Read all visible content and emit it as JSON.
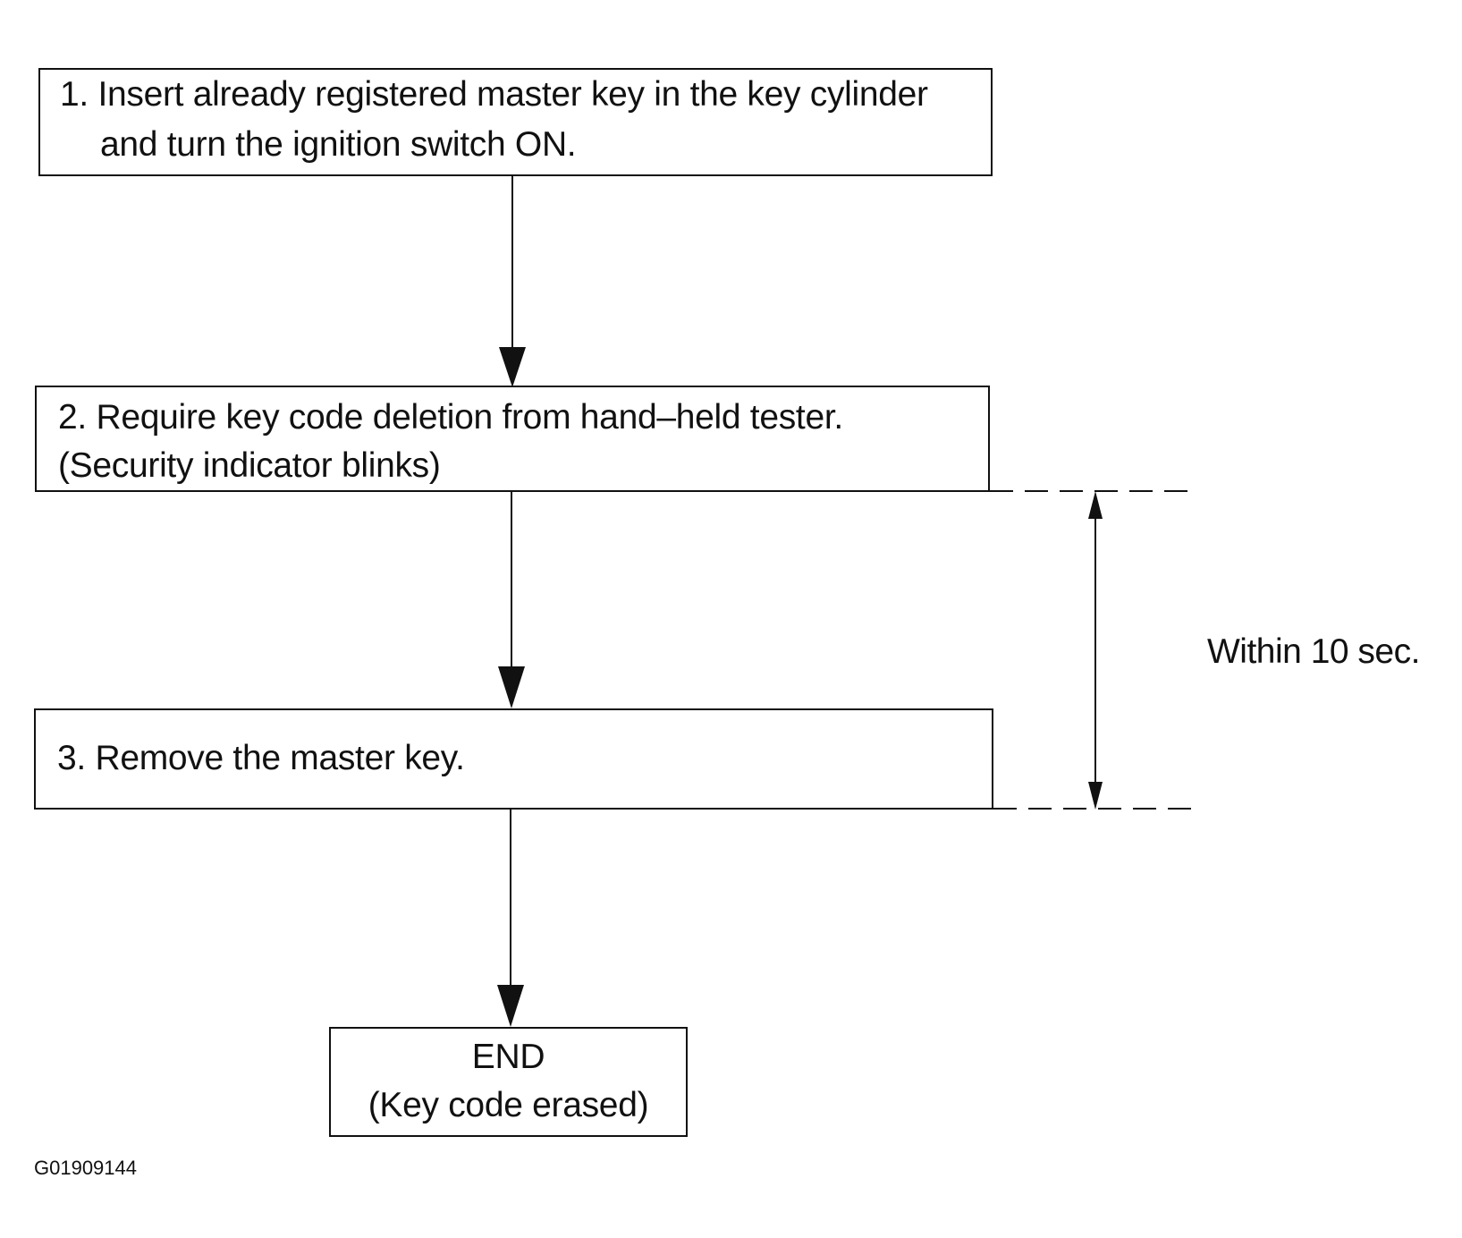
{
  "steps": [
    {
      "line1": "1. Insert already registered master key in the key cylinder",
      "line2": "and turn the ignition switch ON."
    },
    {
      "line1": "2. Require key code deletion from hand–held tester.",
      "line2": "(Security indicator blinks)"
    },
    {
      "line1": "3. Remove the master key."
    }
  ],
  "end": {
    "line1": "END",
    "line2": "(Key code erased)"
  },
  "interval_label": "Within 10 sec.",
  "figure_code": "G01909144"
}
